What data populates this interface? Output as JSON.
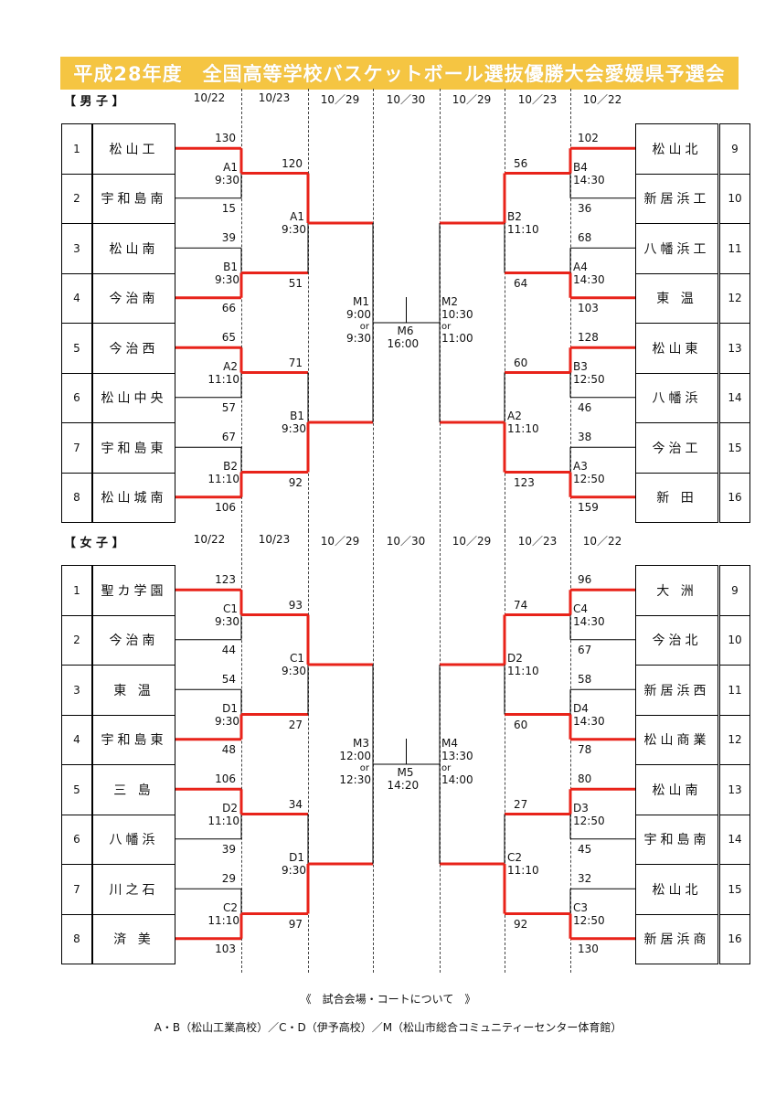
{
  "title": "平成28年度　全国高等学校バスケットボール選抜優勝大会愛媛県予選会",
  "dates": [
    "10/22",
    "10/23",
    "10／29",
    "10／30",
    "10／29",
    "10／23",
    "10／22"
  ],
  "colors": {
    "banner": "#f5c542",
    "win_line": "#e8231a",
    "line": "#000000"
  },
  "boys": {
    "label": "【 男 子 】",
    "left_teams": [
      {
        "num": "1",
        "name": "松山工"
      },
      {
        "num": "2",
        "name": "宇和島南"
      },
      {
        "num": "3",
        "name": "松山南"
      },
      {
        "num": "4",
        "name": "今治南"
      },
      {
        "num": "5",
        "name": "今治西"
      },
      {
        "num": "6",
        "name": "松山中央"
      },
      {
        "num": "7",
        "name": "宇和島東"
      },
      {
        "num": "8",
        "name": "松山城南"
      }
    ],
    "right_teams": [
      {
        "num": "9",
        "name": "松山北"
      },
      {
        "num": "10",
        "name": "新居浜工"
      },
      {
        "num": "11",
        "name": "八幡浜工"
      },
      {
        "num": "12",
        "name": "東 温"
      },
      {
        "num": "13",
        "name": "松山東"
      },
      {
        "num": "14",
        "name": "八幡浜"
      },
      {
        "num": "15",
        "name": "今治工"
      },
      {
        "num": "16",
        "name": "新 田"
      }
    ],
    "left_r1_scores": [
      "130",
      "15",
      "39",
      "66",
      "65",
      "57",
      "67",
      "106"
    ],
    "right_r1_scores": [
      "102",
      "36",
      "68",
      "103",
      "128",
      "46",
      "38",
      "159"
    ],
    "left_r1_games": [
      {
        "code": "A1",
        "time": "9:30"
      },
      {
        "code": "B1",
        "time": "9:30"
      },
      {
        "code": "A2",
        "time": "11:10"
      },
      {
        "code": "B2",
        "time": "11:10"
      }
    ],
    "right_r1_games": [
      {
        "code": "B4",
        "time": "14:30"
      },
      {
        "code": "A4",
        "time": "14:30"
      },
      {
        "code": "B3",
        "time": "12:50"
      },
      {
        "code": "A3",
        "time": "12:50"
      }
    ],
    "left_r2_scores": [
      "120",
      "51",
      "71",
      "92"
    ],
    "right_r2_scores": [
      "56",
      "64",
      "60",
      "123"
    ],
    "left_r2_games": [
      {
        "code": "A1",
        "time": "9:30"
      },
      {
        "code": "B1",
        "time": "9:30"
      }
    ],
    "right_r2_games": [
      {
        "code": "B2",
        "time": "11:10"
      },
      {
        "code": "A2",
        "time": "11:10"
      }
    ],
    "semi_left": {
      "code": "M1",
      "time1": "9:00",
      "or": "or",
      "time2": "9:30"
    },
    "semi_right": {
      "code": "M2",
      "time1": "10:30",
      "or": "or",
      "time2": "11:00"
    },
    "final": {
      "code": "M6",
      "time": "16:00"
    }
  },
  "girls": {
    "label": "【 女 子 】",
    "left_teams": [
      {
        "num": "1",
        "name": "聖カ学園"
      },
      {
        "num": "2",
        "name": "今治南"
      },
      {
        "num": "3",
        "name": "東 温"
      },
      {
        "num": "4",
        "name": "宇和島東"
      },
      {
        "num": "5",
        "name": "三 島"
      },
      {
        "num": "6",
        "name": "八幡浜"
      },
      {
        "num": "7",
        "name": "川之石"
      },
      {
        "num": "8",
        "name": "済 美"
      }
    ],
    "right_teams": [
      {
        "num": "9",
        "name": "大 洲"
      },
      {
        "num": "10",
        "name": "今治北"
      },
      {
        "num": "11",
        "name": "新居浜西"
      },
      {
        "num": "12",
        "name": "松山商業"
      },
      {
        "num": "13",
        "name": "松山南"
      },
      {
        "num": "14",
        "name": "宇和島南"
      },
      {
        "num": "15",
        "name": "松山北"
      },
      {
        "num": "16",
        "name": "新居浜商"
      }
    ],
    "left_r1_scores": [
      "123",
      "44",
      "54",
      "48",
      "106",
      "39",
      "29",
      "103"
    ],
    "right_r1_scores": [
      "96",
      "67",
      "58",
      "78",
      "80",
      "45",
      "32",
      "130"
    ],
    "left_r1_games": [
      {
        "code": "C1",
        "time": "9:30"
      },
      {
        "code": "D1",
        "time": "9:30"
      },
      {
        "code": "D2",
        "time": "11:10"
      },
      {
        "code": "C2",
        "time": "11:10"
      }
    ],
    "right_r1_games": [
      {
        "code": "C4",
        "time": "14:30"
      },
      {
        "code": "D4",
        "time": "14:30"
      },
      {
        "code": "D3",
        "time": "12:50"
      },
      {
        "code": "C3",
        "time": "12:50"
      }
    ],
    "left_r2_scores": [
      "93",
      "27",
      "34",
      "97"
    ],
    "right_r2_scores": [
      "74",
      "60",
      "27",
      "92"
    ],
    "left_r2_games": [
      {
        "code": "C1",
        "time": "9:30"
      },
      {
        "code": "D1",
        "time": "9:30"
      }
    ],
    "right_r2_games": [
      {
        "code": "D2",
        "time": "11:10"
      },
      {
        "code": "C2",
        "time": "11:10"
      }
    ],
    "semi_left": {
      "code": "M3",
      "time1": "12:00",
      "or": "or",
      "time2": "12:30"
    },
    "semi_right": {
      "code": "M4",
      "time1": "13:30",
      "or": "or",
      "time2": "14:00"
    },
    "final": {
      "code": "M5",
      "time": "14:20"
    }
  },
  "footer": {
    "heading": "《　試合会場・コートについて　》",
    "venues": "A・B（松山工業高校）／C・D（伊予高校）／M（松山市総合コミュニティーセンター体育館）"
  }
}
